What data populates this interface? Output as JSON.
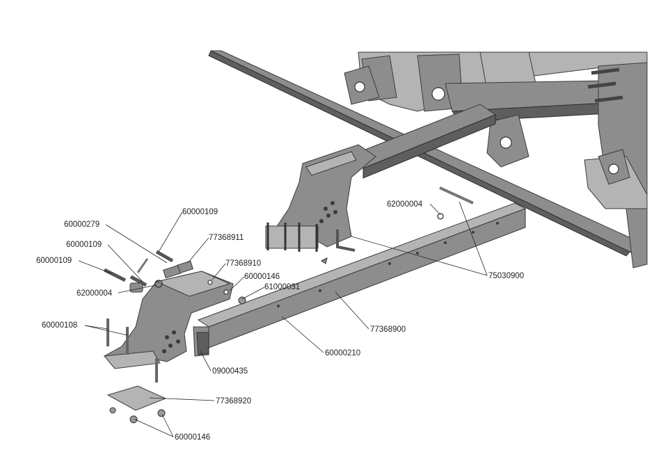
{
  "labels": [
    {
      "id": "l1",
      "text": "60000109"
    },
    {
      "id": "l2",
      "text": "60000279"
    },
    {
      "id": "l3",
      "text": "77368911"
    },
    {
      "id": "l4",
      "text": "60000109"
    },
    {
      "id": "l5",
      "text": "60000109"
    },
    {
      "id": "l6",
      "text": "77368910"
    },
    {
      "id": "l7",
      "text": "60000146"
    },
    {
      "id": "l8",
      "text": "62000004"
    },
    {
      "id": "l9",
      "text": "61000031"
    },
    {
      "id": "l10",
      "text": "60000108"
    },
    {
      "id": "l11",
      "text": "09000435"
    },
    {
      "id": "l12",
      "text": "77368920"
    },
    {
      "id": "l13",
      "text": "60000146"
    },
    {
      "id": "l14",
      "text": "60000210"
    },
    {
      "id": "l15",
      "text": "77368900"
    },
    {
      "id": "l16",
      "text": "62000004"
    },
    {
      "id": "l17",
      "text": "75030900"
    }
  ]
}
